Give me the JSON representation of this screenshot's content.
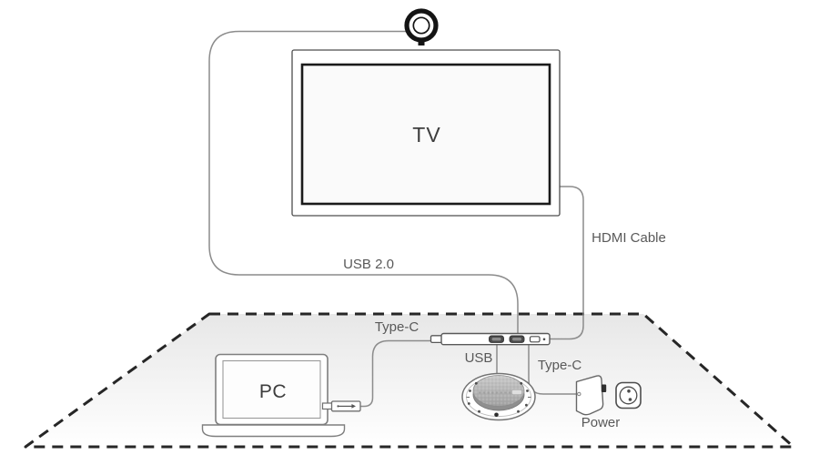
{
  "diagram": {
    "labels": {
      "tv": "TV",
      "pc": "PC",
      "usb2": "USB 2.0",
      "hdmi": "HDMI Cable",
      "typec_pc": "Type-C",
      "usb_speaker": "USB",
      "typec_power": "Type-C",
      "power": "Power"
    },
    "icons": {
      "webcam": "webcam-icon",
      "tv": "tv-icon",
      "usb_hub": "usb-hub-icon",
      "laptop": "laptop-icon",
      "speakerphone": "speakerphone-icon",
      "power_adapter": "power-adapter-icon",
      "wall_outlet": "wall-outlet-icon",
      "table": "table-surface"
    },
    "colors": {
      "cable": "#8c8c8c",
      "device_outline": "#6e6e6e",
      "dark_outline": "#1a1a1a",
      "label_text": "#595959",
      "device_text": "#3d3d3d",
      "table_dash": "#262626",
      "table_fill_top": "#e7e7e7",
      "table_fill_bottom": "#ffffff",
      "port_fill": "#4a4a4a"
    }
  }
}
